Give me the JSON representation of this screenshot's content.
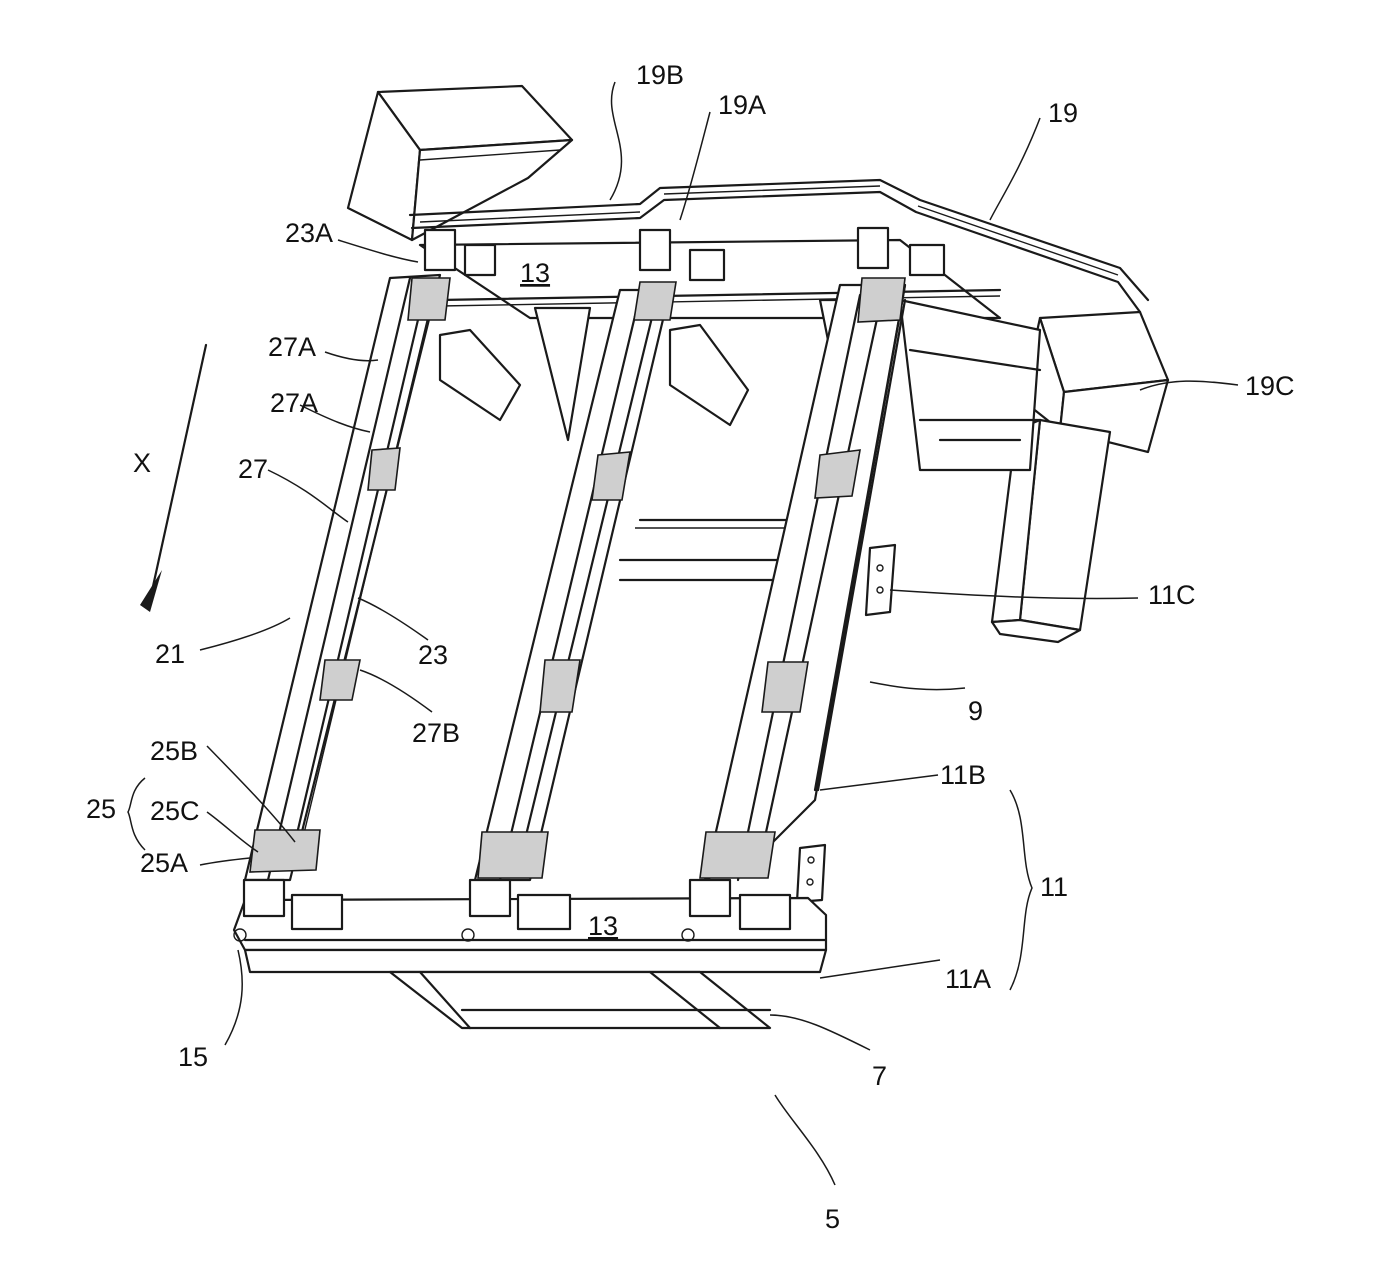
{
  "figure": {
    "labels": {
      "19B": "19B",
      "19A": "19A",
      "19": "19",
      "23A": "23A",
      "13_top": "13",
      "27A_1": "27A",
      "27A_2": "27A",
      "19C": "19C",
      "X": "X",
      "27": "27",
      "11C": "11C",
      "21": "21",
      "23": "23",
      "9": "9",
      "27B": "27B",
      "25B": "25B",
      "11B": "11B",
      "25": "25",
      "25C": "25C",
      "11": "11",
      "25A": "25A",
      "13_bottom": "13",
      "11A": "11A",
      "15": "15",
      "7": "7",
      "5": "5"
    },
    "direction_arrow": "X",
    "colors": {
      "line": "#1a1a1a",
      "background": "#ffffff"
    }
  }
}
